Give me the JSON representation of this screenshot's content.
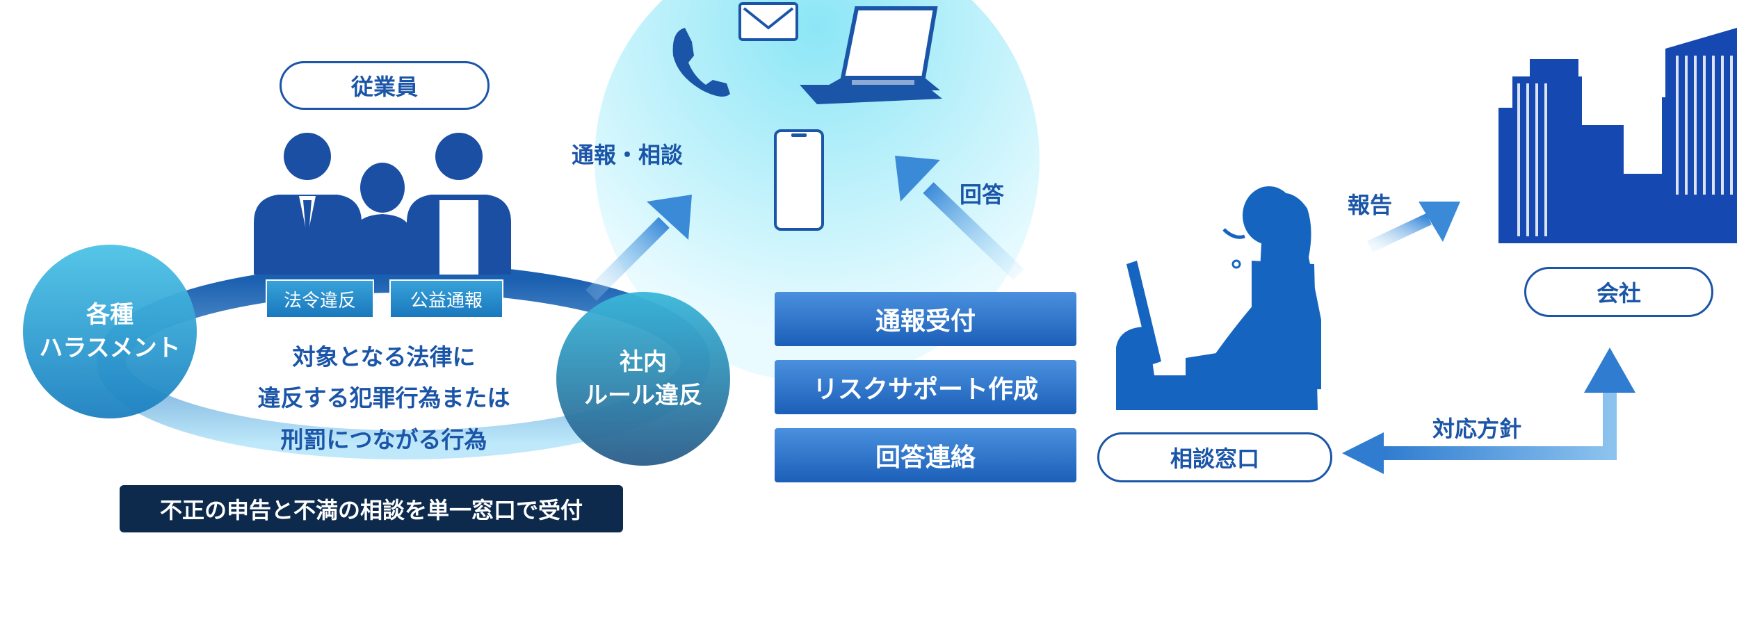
{
  "employee_label": "従業員",
  "harassment": {
    "line1": "各種",
    "line2": "ハラスメント"
  },
  "internal_rules": {
    "line1": "社内",
    "line2": "ルール違反"
  },
  "tags": [
    "法令違反",
    "公益通報"
  ],
  "center_text": [
    "対象となる法律に",
    "違反する犯罪行為または",
    "刑罰につながる行為"
  ],
  "banner": "不正の申告と不満の相談を単一窓口で受付",
  "report_consult_label": "通報・相談",
  "answer_label": "回答",
  "process_steps": [
    "通報受付",
    "リスクサポート作成",
    "回答連絡"
  ],
  "consult_window_label": "相談窓口",
  "report_label": "報告",
  "company_label": "会社",
  "response_policy_label": "対応方針",
  "icons": [
    "phone-icon",
    "mail-icon",
    "laptop-icon",
    "smartphone-icon",
    "operator-icon",
    "building-icon",
    "employees-icon"
  ],
  "colors": {
    "primary": "#1b55a8",
    "navy": "#0d2a4d",
    "tag": "#1978bd",
    "bubble": "#bff0fa"
  }
}
